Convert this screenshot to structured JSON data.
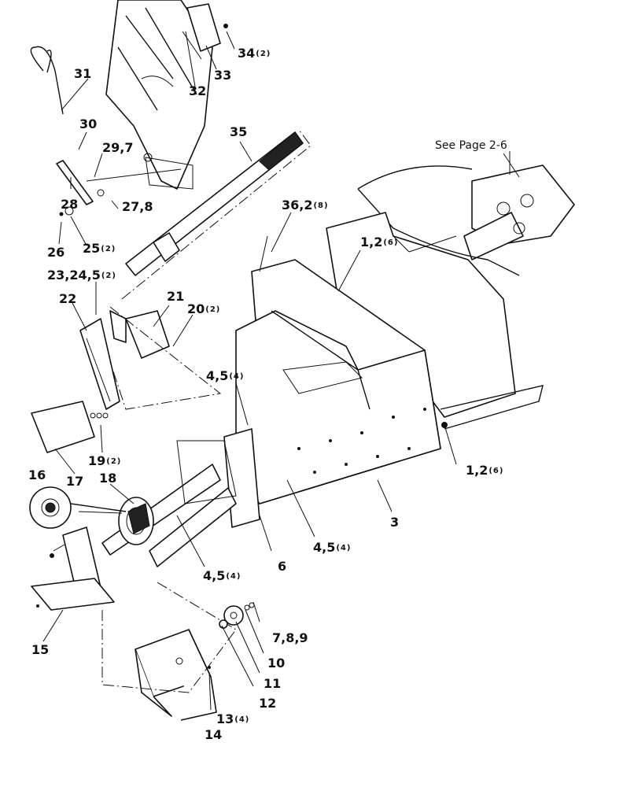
{
  "reference_note": "See Page 2-6",
  "callouts": [
    {
      "key": "c34",
      "num": "34",
      "qty": "(2)"
    },
    {
      "key": "c33",
      "num": "33",
      "qty": ""
    },
    {
      "key": "c32",
      "num": "32",
      "qty": ""
    },
    {
      "key": "c31",
      "num": "31",
      "qty": ""
    },
    {
      "key": "c30",
      "num": "30",
      "qty": ""
    },
    {
      "key": "c29",
      "num": "29,7",
      "qty": ""
    },
    {
      "key": "c28",
      "num": "28",
      "qty": ""
    },
    {
      "key": "c27",
      "num": "27,8",
      "qty": ""
    },
    {
      "key": "c26",
      "num": "26",
      "qty": ""
    },
    {
      "key": "c25",
      "num": "25",
      "qty": "(2)"
    },
    {
      "key": "c35",
      "num": "35",
      "qty": ""
    },
    {
      "key": "c36",
      "num": "36,2",
      "qty": "(8)"
    },
    {
      "key": "c1a",
      "num": "1,2",
      "qty": "(6)"
    },
    {
      "key": "c23",
      "num": "23,24,5",
      "qty": "(2)"
    },
    {
      "key": "c22",
      "num": "22",
      "qty": ""
    },
    {
      "key": "c21",
      "num": "21",
      "qty": ""
    },
    {
      "key": "c20",
      "num": "20",
      "qty": "(2)"
    },
    {
      "key": "c4a",
      "num": "4,5",
      "qty": "(4)"
    },
    {
      "key": "c19",
      "num": "19",
      "qty": "(2)"
    },
    {
      "key": "c17",
      "num": "17",
      "qty": ""
    },
    {
      "key": "c16",
      "num": "16",
      "qty": ""
    },
    {
      "key": "c18",
      "num": "18",
      "qty": ""
    },
    {
      "key": "c1b",
      "num": "1,2",
      "qty": "(6)"
    },
    {
      "key": "c3",
      "num": "3",
      "qty": ""
    },
    {
      "key": "c4b",
      "num": "4,5",
      "qty": "(4)"
    },
    {
      "key": "c4c",
      "num": "4,5",
      "qty": "(4)"
    },
    {
      "key": "c6",
      "num": "6",
      "qty": ""
    },
    {
      "key": "c15",
      "num": "15",
      "qty": ""
    },
    {
      "key": "c7",
      "num": "7,8,9",
      "qty": ""
    },
    {
      "key": "c10",
      "num": "10",
      "qty": ""
    },
    {
      "key": "c11",
      "num": "11",
      "qty": ""
    },
    {
      "key": "c12",
      "num": "12",
      "qty": ""
    },
    {
      "key": "c13",
      "num": "13",
      "qty": "(4)"
    },
    {
      "key": "c14",
      "num": "14",
      "qty": ""
    }
  ]
}
